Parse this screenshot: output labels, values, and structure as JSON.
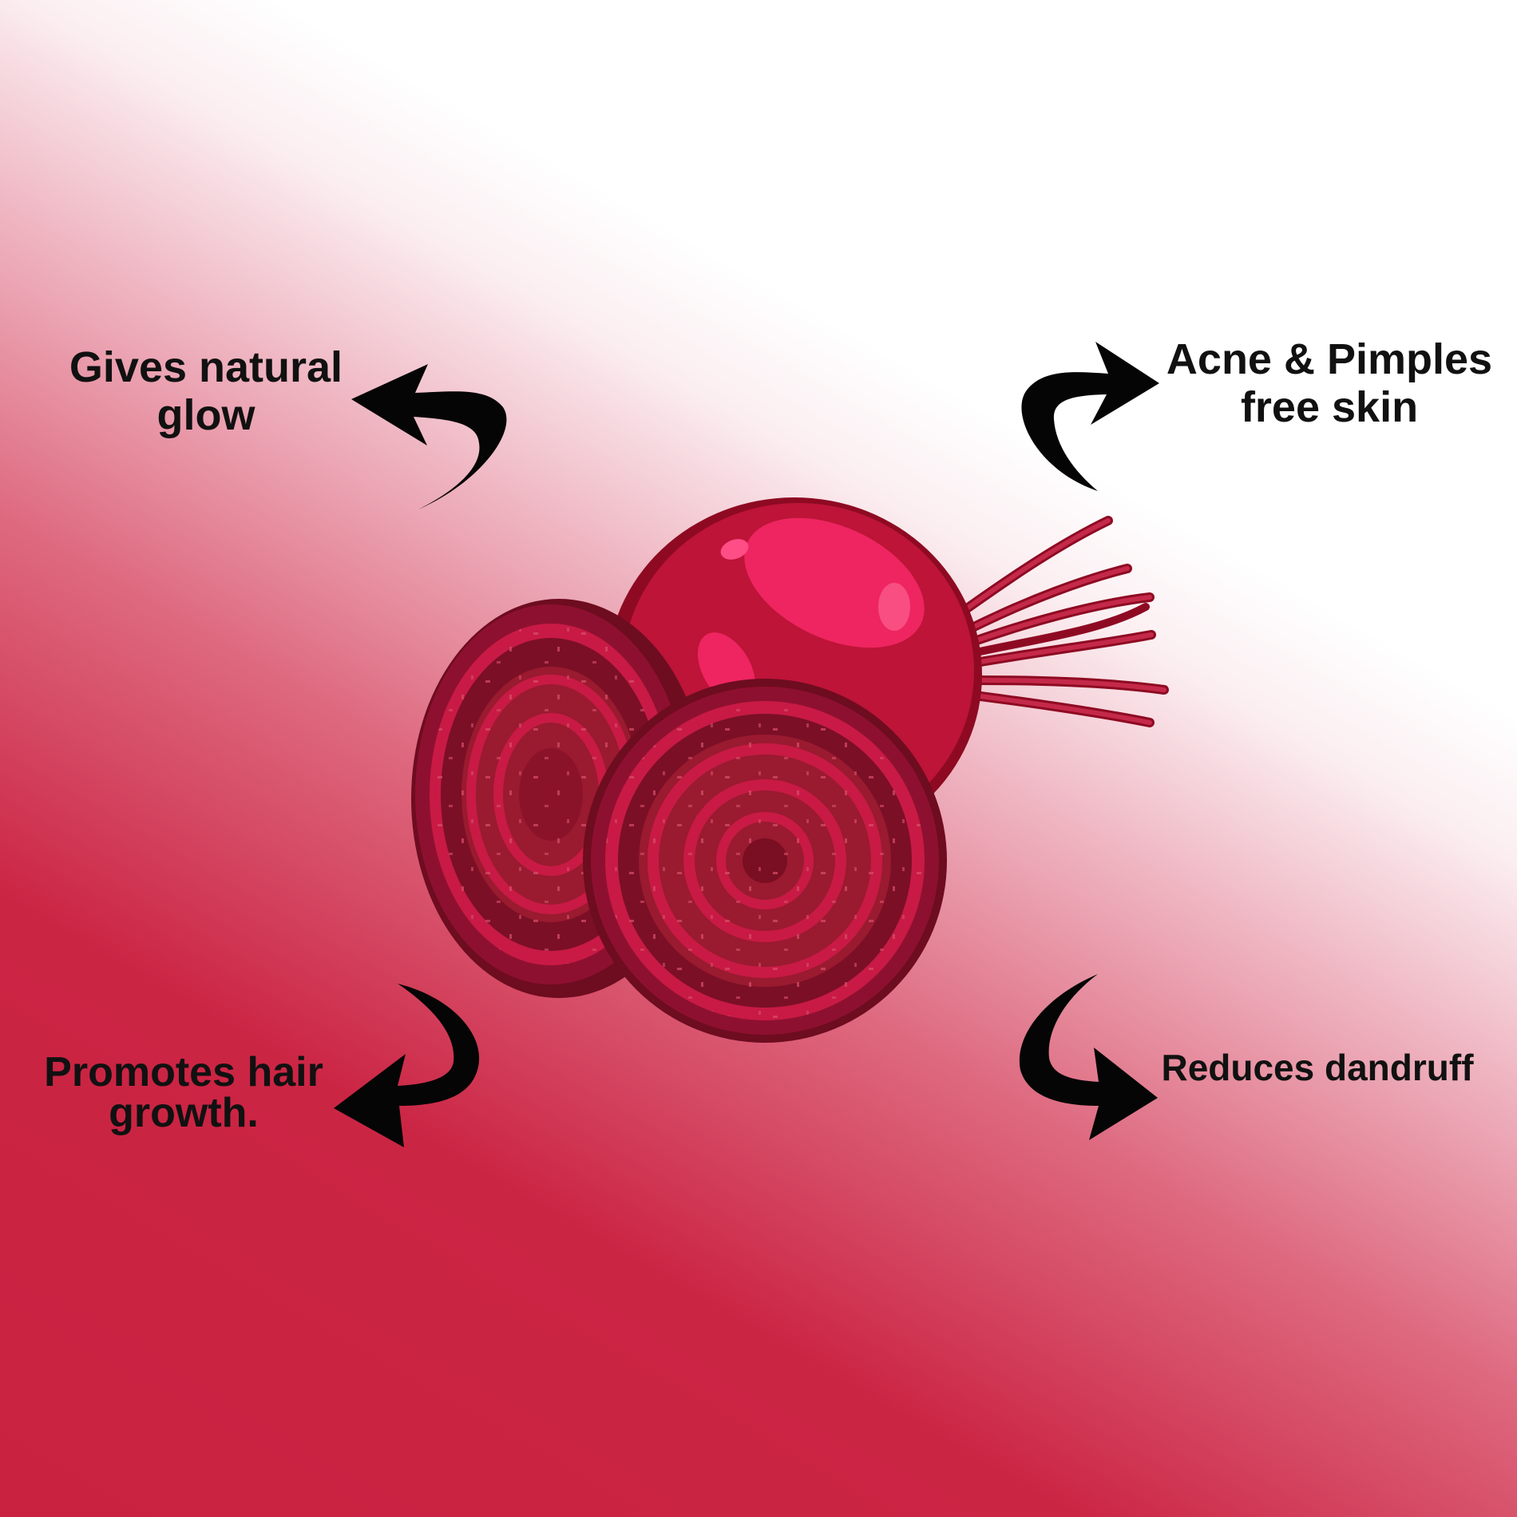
{
  "colors": {
    "background_red": "#c92140",
    "background_white": "#ffffff",
    "text": "#111111",
    "arrow": "#050505",
    "beet_skin": "#bd1438",
    "beet_dark": "#8e0a22",
    "beet_highlight": "#ee2560",
    "slice_ring_dark": "#7b0f26",
    "slice_ring_light": "#c81a44",
    "slice_core": "#9a1a30"
  },
  "illustration": {
    "subject": "beetroot with two round slices",
    "icons": [
      "beetroot-icon",
      "curved-arrow-icon"
    ]
  },
  "benefits": [
    {
      "position": "top-left",
      "lines": [
        "Gives natural",
        "glow"
      ]
    },
    {
      "position": "top-right",
      "lines": [
        "Acne & Pimples",
        "free skin"
      ]
    },
    {
      "position": "bottom-left",
      "lines": [
        "Promotes hair",
        "growth."
      ]
    },
    {
      "position": "bottom-right",
      "lines": [
        "Reduces dandruff"
      ]
    }
  ]
}
